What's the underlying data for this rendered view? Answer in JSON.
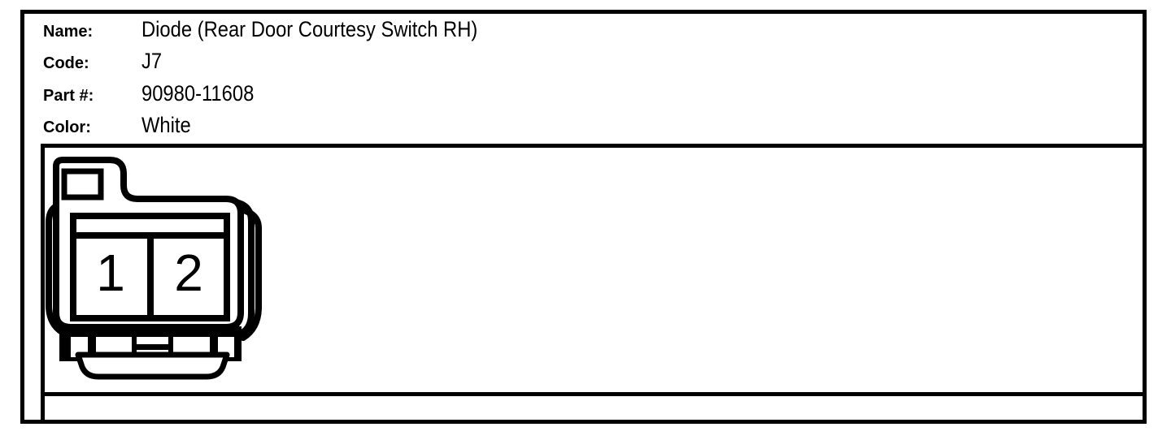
{
  "panel": {
    "fields": [
      {
        "key": "name",
        "label": "Name:",
        "value": "Diode (Rear Door Courtesy Switch RH)"
      },
      {
        "key": "code",
        "label": "Code:",
        "value": "J7"
      },
      {
        "key": "part_number",
        "label": "Part #:",
        "value": "90980-11608"
      },
      {
        "key": "color",
        "label": "Color:",
        "value": "White"
      }
    ]
  },
  "connector": {
    "cavity_count": 2,
    "pins": [
      {
        "number": "1"
      },
      {
        "number": "2"
      }
    ]
  },
  "colors": {
    "ink": "#000000",
    "background": "#ffffff"
  }
}
